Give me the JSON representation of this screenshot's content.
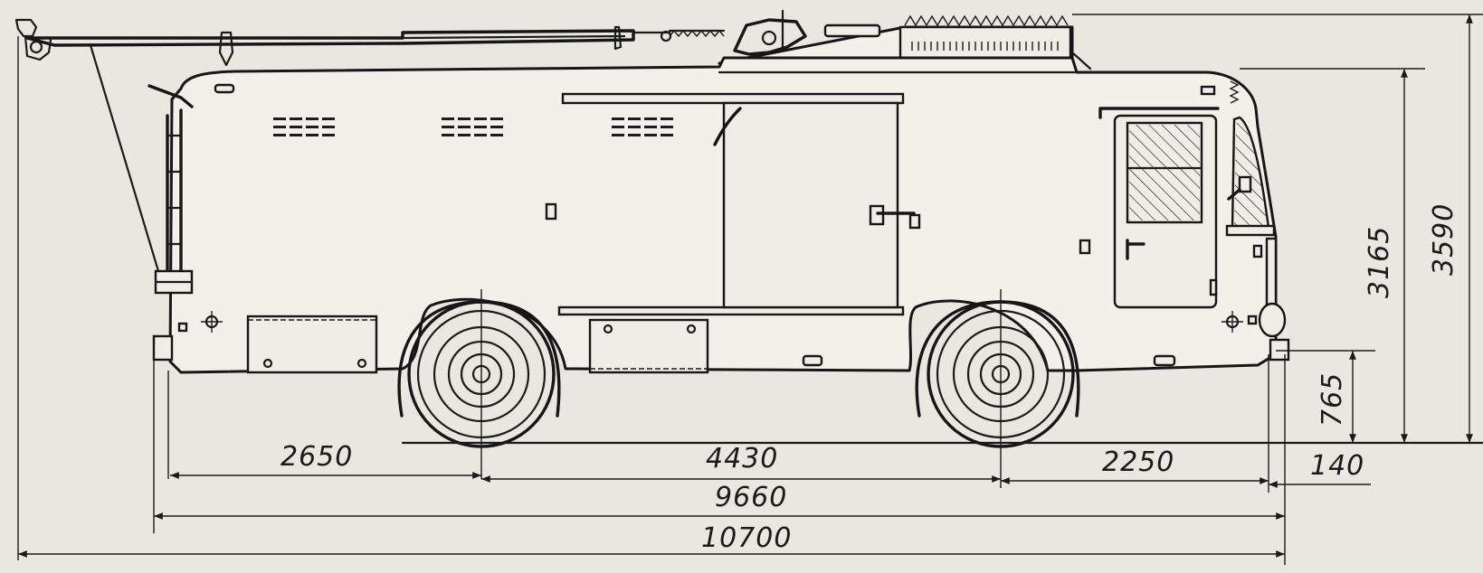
{
  "drawing": {
    "dimensions": {
      "front_overhang": "2650",
      "wheelbase": "4430",
      "rear_overhang": "2250",
      "rear_bumper": "140",
      "body_length": "9660",
      "overall_length": "10700",
      "body_height": "3165",
      "overall_height": "3590",
      "floor_height": "765"
    },
    "colors": {
      "paper": "#e8e7e1",
      "ink": "#1b1b1b"
    }
  }
}
